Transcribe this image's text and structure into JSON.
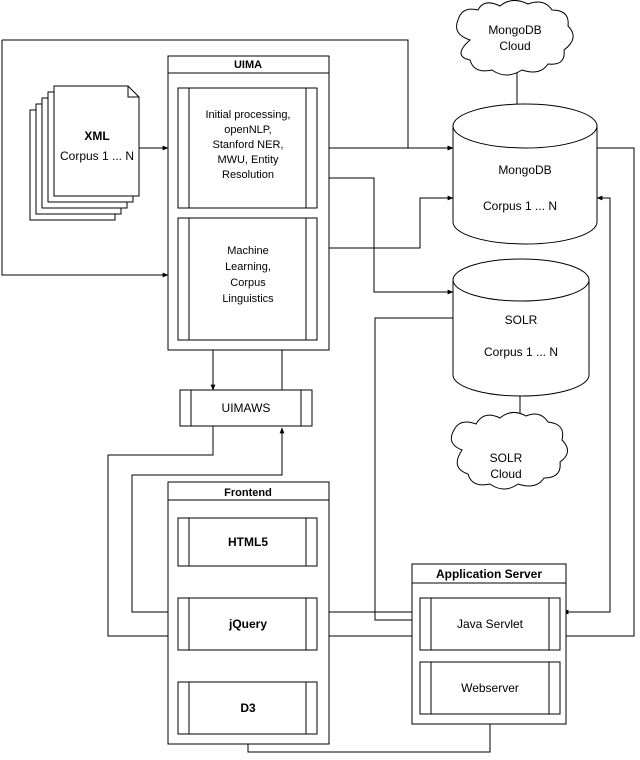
{
  "uima": {
    "title": "UIMA",
    "initial_processing": [
      "Initial processing,",
      "openNLP,",
      "Stanford NER,",
      "MWU, Entity",
      "Resolution"
    ],
    "machine_learning": [
      "Machine",
      "Learning,",
      "Corpus",
      "Linguistics"
    ]
  },
  "xml_corpus": [
    "XML",
    "Corpus 1 ... N"
  ],
  "mongodb_cloud": [
    "MongoDB",
    "Cloud"
  ],
  "mongodb": {
    "name": "MongoDB",
    "corpus": "Corpus 1 ... N"
  },
  "solr": {
    "name": "SOLR",
    "corpus": "Corpus 1 ... N"
  },
  "solr_cloud": [
    "SOLR",
    "Cloud"
  ],
  "uimaws": "UIMAWS",
  "frontend": {
    "title": "Frontend",
    "html5": "HTML5",
    "jquery": "jQuery",
    "d3": "D3"
  },
  "app_server": {
    "title": "Application Server",
    "servlet": "Java Servlet",
    "webserver": "Webserver"
  }
}
